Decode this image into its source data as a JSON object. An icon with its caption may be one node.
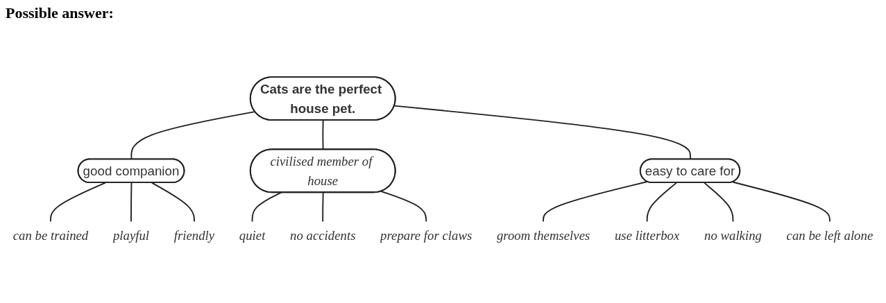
{
  "diagram": {
    "title": "Possible answer:",
    "nodes": [
      {
        "text": [
          "Cats are the perfect house pet."
        ]
      },
      {
        "text": [
          "good companion"
        ]
      },
      {
        "text": [
          "civilised member of house"
        ]
      },
      {
        "text": [
          "easy to care for"
        ]
      },
      {
        "text": [
          "can be trained"
        ]
      },
      {
        "text": [
          "playful"
        ]
      },
      {
        "text": [
          "friendly"
        ]
      },
      {
        "text": [
          "quiet"
        ]
      },
      {
        "text": [
          "no accidents"
        ]
      },
      {
        "text": [
          "prepare for claws"
        ]
      },
      {
        "text": [
          "groom themselves"
        ]
      },
      {
        "text": [
          "use litterbox"
        ]
      },
      {
        "text": [
          "no walking"
        ]
      },
      {
        "text": [
          "can be left alone"
        ]
      }
    ],
    "edges": [
      {
        "from": 0,
        "to": 1,
        "arrow": "none"
      },
      {
        "from": 0,
        "to": 2,
        "arrow": "none"
      },
      {
        "from": 0,
        "to": 3,
        "arrow": "none"
      },
      {
        "from": 1,
        "to": 4,
        "arrow": "none"
      },
      {
        "from": 1,
        "to": 5,
        "arrow": "none"
      },
      {
        "from": 1,
        "to": 6,
        "arrow": "none"
      },
      {
        "from": 2,
        "to": 7,
        "arrow": "none"
      },
      {
        "from": 2,
        "to": 8,
        "arrow": "none"
      },
      {
        "from": 2,
        "to": 9,
        "arrow": "none"
      },
      {
        "from": 3,
        "to": 10,
        "arrow": "none"
      },
      {
        "from": 3,
        "to": 11,
        "arrow": "none"
      },
      {
        "from": 3,
        "to": 12,
        "arrow": "none"
      },
      {
        "from": 3,
        "to": 13,
        "arrow": "none"
      }
    ]
  }
}
